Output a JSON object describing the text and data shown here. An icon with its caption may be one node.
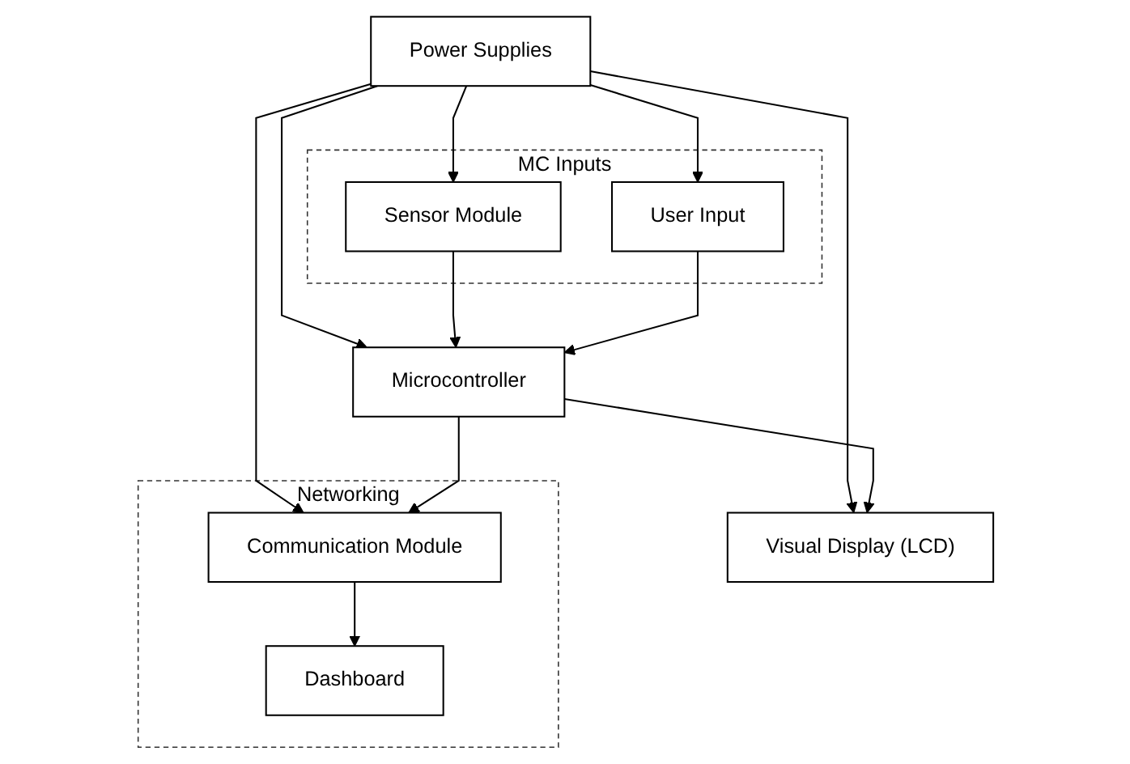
{
  "diagram": {
    "nodes": [
      {
        "text": [
          "Visual Display (LCD)"
        ]
      },
      {
        "text": [
          "Power Supplies"
        ]
      },
      {
        "text": [
          "Networking"
        ]
      },
      {
        "text": [
          "Communication Module"
        ],
        "in": 2
      },
      {
        "text": [
          "Dashboard"
        ],
        "in": 2
      },
      {
        "text": [
          "Microcontroller"
        ]
      },
      {
        "text": [
          "MC Inputs"
        ]
      },
      {
        "text": [
          "Sensor Module"
        ],
        "in": 6
      },
      {
        "text": [
          "User Input"
        ],
        "in": 6
      }
    ],
    "edges": [
      {
        "from": 1,
        "to": 0,
        "arrow": "to"
      },
      {
        "from": 1,
        "to": 3,
        "arrow": "to"
      },
      {
        "from": 1,
        "to": 5,
        "arrow": "to"
      },
      {
        "from": 1,
        "to": 7,
        "arrow": "to"
      },
      {
        "from": 1,
        "to": 8,
        "arrow": "to"
      },
      {
        "from": 5,
        "to": 0,
        "arrow": "to"
      },
      {
        "from": 5,
        "to": 3,
        "arrow": "to"
      },
      {
        "from": 7,
        "to": 5,
        "arrow": "to"
      },
      {
        "from": 8,
        "to": 5,
        "arrow": "to"
      },
      {
        "from": 3,
        "to": 4,
        "arrow": "to"
      }
    ]
  }
}
